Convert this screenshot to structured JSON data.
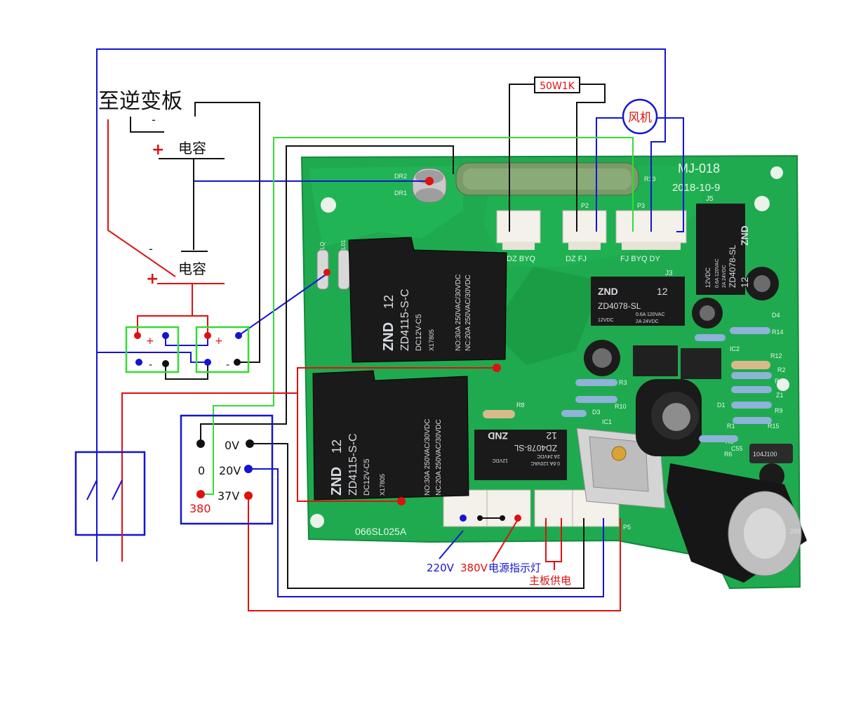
{
  "labels": {
    "to_inverter_board": "至逆变板",
    "capacitor_top": "电容",
    "capacitor_bottom": "电容",
    "plus_sign": "+",
    "minus_sign": "-",
    "resistor_label": "50W1K",
    "fan_label": "风机",
    "board_model": "MJ-018",
    "board_date": "2018-10-9",
    "pcb_code": "066SL025A",
    "transformer_0v": "0V",
    "transformer_0": "0",
    "transformer_20v": "20V",
    "transformer_37v": "37V",
    "transformer_380": "380",
    "label_220v": "220V",
    "label_380v": "380V",
    "label_power_indicator": "电源指示灯",
    "label_mainboard_power": "主板供电"
  },
  "silkscreen": {
    "dr2": "DR2",
    "dr1": "DR1",
    "r13": "R13",
    "j5": "J5",
    "j3": "J3",
    "p2": "P2",
    "p3": "P3",
    "dz_byq": "DZ  BYQ",
    "dz_fj": "DZ    FJ",
    "fj_byq_dy": "FJ  BYQ  DY",
    "r3": "R3",
    "r8": "R8",
    "r10": "R10",
    "d3": "D3",
    "d4": "D4",
    "d1": "D1",
    "ic1": "IC1",
    "ic2": "IC2",
    "r14": "R14",
    "r12": "R12",
    "r2": "R2",
    "r4": "R4",
    "z1": "Z1",
    "r9": "R9",
    "r1": "R1",
    "r15": "R15",
    "r5": "R5",
    "r6": "R6",
    "c55": "C55",
    "p5": "P5",
    "zlq": "ZLQ",
    "zl01": "ZL01"
  },
  "relays": {
    "big_brand": "ZND",
    "big_model": "ZD4115-S-C",
    "big_coil": "DC12V-C5",
    "big_code": "X17805",
    "big_rating1": "NO:30A 250VAC/30VDC",
    "big_rating2": "NC:20A 250VAC/30VDC",
    "big_no": "12",
    "small_brand": "ZND",
    "small_model": "ZD4078-SL",
    "small_coil": "12VDC",
    "small_rating1": "0.6A 120VAC",
    "small_rating2": "2A   24VDC",
    "small_no": "12"
  },
  "components": {
    "big_cap_marking": "288",
    "inductor_marking": "104J100"
  },
  "colors": {
    "wire_black": "#111111",
    "wire_red": "#e01010",
    "wire_blue": "#1414d2",
    "wire_green": "#33dd33",
    "pcb_green": "#1faa4f",
    "pcb_dark": "#158a3c",
    "relay_black": "#1a1a1a"
  }
}
